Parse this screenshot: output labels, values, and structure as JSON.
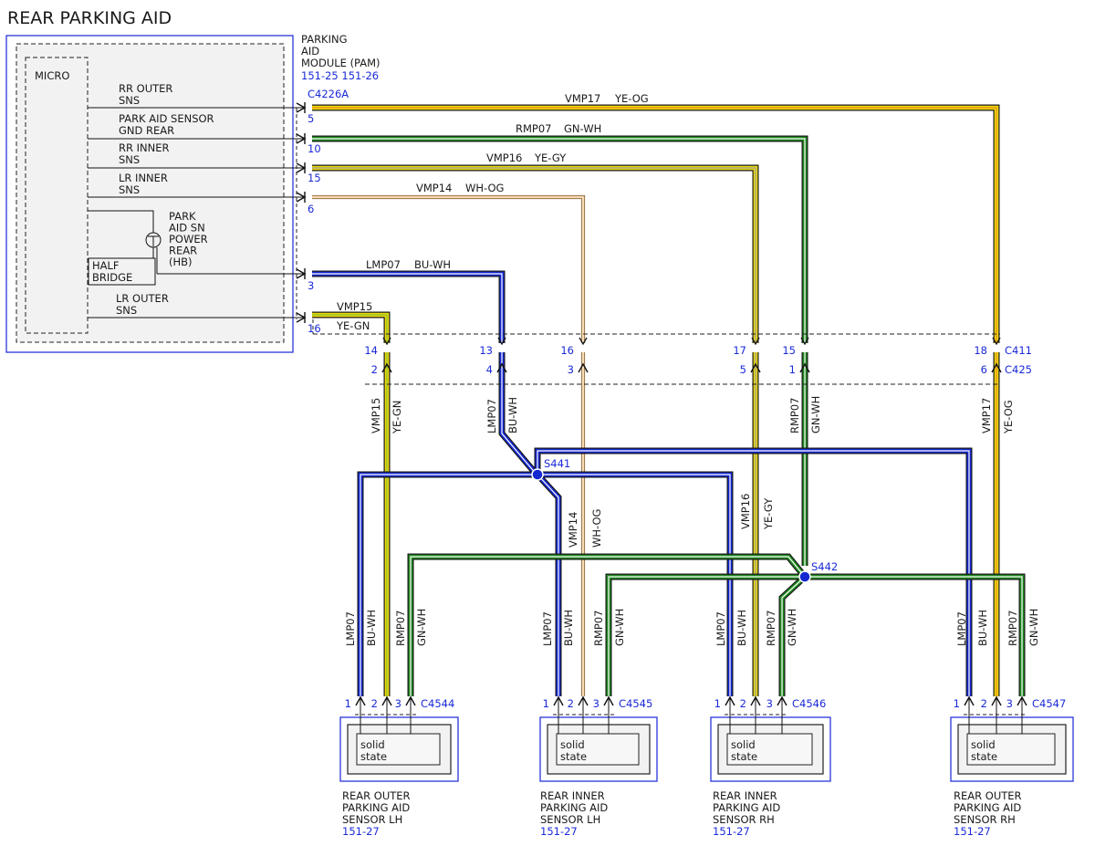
{
  "title": "REAR PARKING AID",
  "module": {
    "name_lines": [
      "PARKING",
      "AID",
      "MODULE (PAM)"
    ],
    "page_refs": "151-25  151-26",
    "connector": "C4226A",
    "micro_label": "MICRO",
    "half_bridge_lines": [
      "HALF",
      "BRIDGE"
    ],
    "power_label_lines": [
      "PARK",
      "AID SN",
      "POWER",
      "REAR",
      "(HB)"
    ],
    "signals": [
      {
        "lines": [
          "RR OUTER",
          "SNS"
        ],
        "pin": "5"
      },
      {
        "lines": [
          "PARK AID SENSOR",
          "GND REAR"
        ],
        "pin": "10"
      },
      {
        "lines": [
          "RR INNER",
          "SNS"
        ],
        "pin": "15"
      },
      {
        "lines": [
          "LR INNER",
          "SNS"
        ],
        "pin": "6"
      },
      {
        "lines": [],
        "pin": "3"
      },
      {
        "lines": [
          "LR OUTER",
          "SNS"
        ],
        "pin": "16"
      }
    ]
  },
  "inline_connectors": {
    "upper": "C411",
    "lower": "C425"
  },
  "circuits": [
    {
      "id": "VMP17",
      "color_code": "YE-OG",
      "color": "#ecd90c",
      "stripe": "#e88a1a",
      "c411_pin": "18",
      "c425_pin": "6"
    },
    {
      "id": "RMP07",
      "color_code": "GN-WH",
      "color": "#1f8a1f",
      "stripe": "#ffffff",
      "c411_pin": "15",
      "c425_pin": "1"
    },
    {
      "id": "VMP16",
      "color_code": "YE-GY",
      "color": "#ecd90c",
      "stripe": "#9a9a9a",
      "c411_pin": "17",
      "c425_pin": "5"
    },
    {
      "id": "VMP14",
      "color_code": "WH-OG",
      "color": "#f2c486",
      "stripe": "#ffffff",
      "c411_pin": "16",
      "c425_pin": "3"
    },
    {
      "id": "LMP07",
      "color_code": "BU-WH",
      "color": "#1428d2",
      "stripe": "#ffffff",
      "c411_pin": "13",
      "c425_pin": "4"
    },
    {
      "id": "VMP15",
      "color_code": "YE-GN",
      "color": "#ecd90c",
      "stripe": "#8bbd2a",
      "c411_pin": "14",
      "c425_pin": "2"
    }
  ],
  "splices": [
    "S441",
    "S442"
  ],
  "sensors": [
    {
      "connector": "C4544",
      "pins": [
        "1",
        "2",
        "3"
      ],
      "inner_lines": [
        "solid",
        "state"
      ],
      "name_lines": [
        "REAR OUTER",
        "PARKING AID",
        "SENSOR LH"
      ],
      "page_ref": "151-27"
    },
    {
      "connector": "C4545",
      "pins": [
        "1",
        "2",
        "3"
      ],
      "inner_lines": [
        "solid",
        "state"
      ],
      "name_lines": [
        "REAR INNER",
        "PARKING AID",
        "SENSOR LH"
      ],
      "page_ref": "151-27"
    },
    {
      "connector": "C4546",
      "pins": [
        "1",
        "2",
        "3"
      ],
      "inner_lines": [
        "solid",
        "state"
      ],
      "name_lines": [
        "REAR INNER",
        "PARKING AID",
        "SENSOR RH"
      ],
      "page_ref": "151-27"
    },
    {
      "connector": "C4547",
      "pins": [
        "1",
        "2",
        "3"
      ],
      "inner_lines": [
        "solid",
        "state"
      ],
      "name_lines": [
        "REAR OUTER",
        "PARKING AID",
        "SENSOR RH"
      ],
      "page_ref": "151-27"
    }
  ]
}
